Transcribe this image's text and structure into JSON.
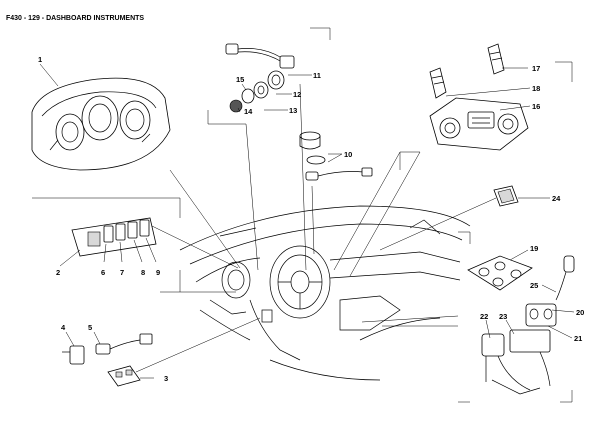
{
  "header": {
    "title": "F430 - 129 - DASHBOARD INSTRUMENTS"
  },
  "callouts": [
    "1",
    "2",
    "3",
    "4",
    "5",
    "6",
    "7",
    "8",
    "9",
    "10",
    "11",
    "12",
    "13",
    "14",
    "15",
    "16",
    "17",
    "18",
    "19",
    "20",
    "21",
    "22",
    "23",
    "24",
    "25"
  ]
}
